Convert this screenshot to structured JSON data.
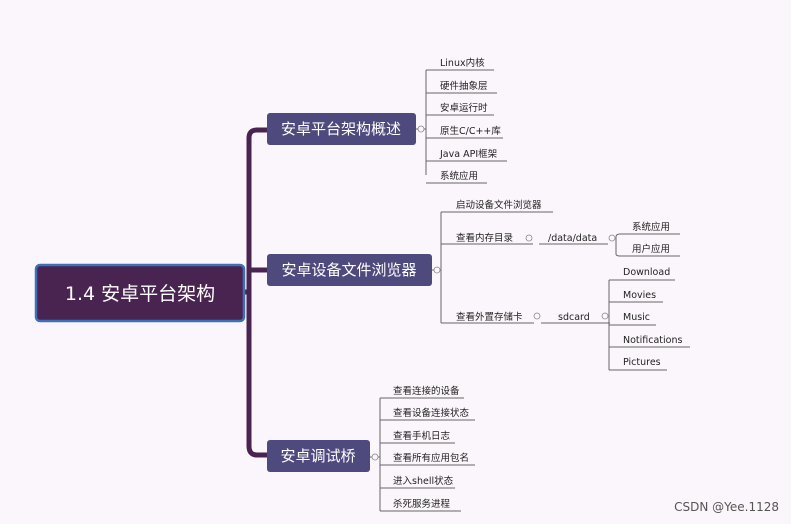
{
  "root": {
    "label": "1.4 安卓平台架构"
  },
  "branches": [
    {
      "label": "安卓平台架构概述",
      "children": [
        "Linux内核",
        "硬件抽象层",
        "安卓运行时",
        "原生C/C++库",
        "Java API框架",
        "系统应用"
      ]
    },
    {
      "label": "安卓设备文件浏览器",
      "startup": "启动设备文件浏览器",
      "internal": {
        "label": "查看内存目录",
        "path": "/data/data",
        "children": [
          "系统应用",
          "用户应用"
        ]
      },
      "external": {
        "label": "查看外置存储卡",
        "path": "sdcard",
        "children": [
          "Download",
          "Movies",
          "Music",
          "Notifications",
          "Pictures"
        ]
      }
    },
    {
      "label": "安卓调试桥",
      "children": [
        "查看连接的设备",
        "查看设备连接状态",
        "查看手机日志",
        "查看所有应用包名",
        "进入shell状态",
        "杀死服务进程"
      ]
    }
  ],
  "watermark": "CSDN @Yee.1128",
  "colors": {
    "root_fill": "#4a2450",
    "root_outline": "#3f6fb8",
    "branch_fill": "#4f4a7e",
    "trunk": "#4a2450",
    "thin_line": "#555555",
    "background": "#fbf6fb"
  }
}
